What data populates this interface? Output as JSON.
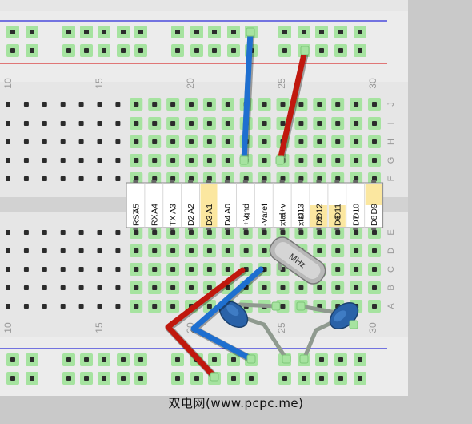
{
  "caption": "双电网(www.pcpc.me)",
  "breadboard": {
    "column_numbers": [
      "10",
      "15",
      "20",
      "25",
      "30"
    ],
    "row_letters_top": [
      "J",
      "I",
      "H",
      "G",
      "F"
    ],
    "row_letters_bottom": [
      "E",
      "D",
      "C",
      "B",
      "A"
    ]
  },
  "chip": {
    "pin_labels": [
      "RST A5",
      "RX A4",
      "TX A3",
      "D2 A2",
      "D3 A1",
      "D4 A0",
      "+V gnd",
      "-V aref",
      "xtal a+v",
      "xtal D13",
      "D5 D12",
      "D6 D11",
      "D7 D10",
      "D8 D9"
    ],
    "highlight_top": [
      false,
      false,
      false,
      false,
      true,
      false,
      false,
      false,
      false,
      false,
      false,
      false,
      false,
      true
    ],
    "highlight_bottom": [
      false,
      false,
      false,
      false,
      true,
      false,
      false,
      false,
      false,
      false,
      true,
      true,
      false,
      false
    ],
    "highlight_color": "#fbe7a0"
  },
  "crystal": {
    "label": "MHz"
  },
  "colors": {
    "board": "#e6e6e6",
    "rail_blue": "#2b2bd8",
    "rail_red": "#d83030",
    "hole_active": "#a6e3a0",
    "wire_blue": "#1e6fd0",
    "wire_red": "#c0180e",
    "capacitor": "#2a62a8",
    "lead": "#8f9a8f"
  }
}
